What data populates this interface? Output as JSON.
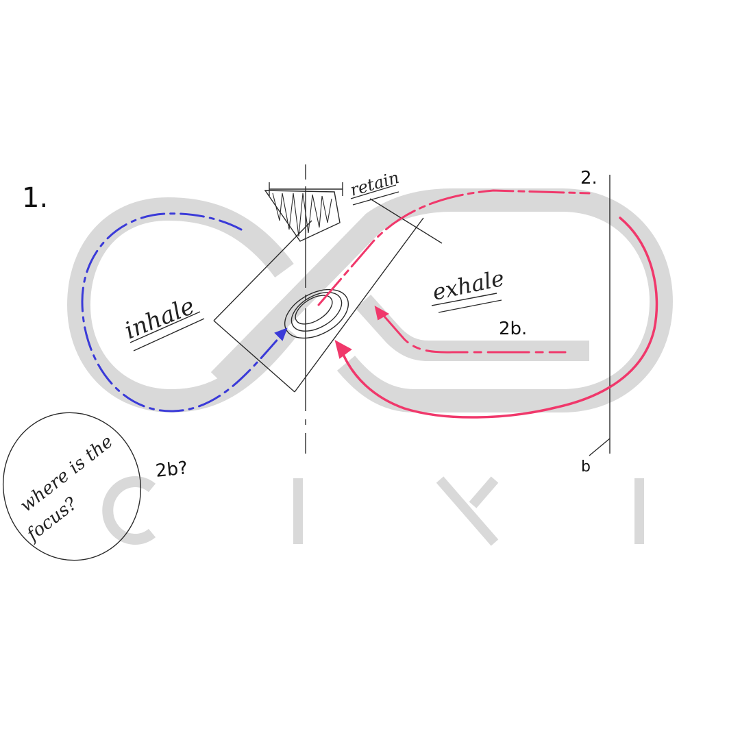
{
  "colors": {
    "background": "#ffffff",
    "logo_gray": "#d9d9d9",
    "inhale_blue": "#3a3ad8",
    "exhale_pink": "#f0386b",
    "pencil": "#2a2a2a"
  },
  "logo": {
    "letters": [
      "C",
      "I",
      "X",
      "I"
    ]
  },
  "labels": {
    "step_1": "1.",
    "step_2": "2.",
    "step_2b": "2b.",
    "step_2b_question": "2b?",
    "step_b": "b",
    "inhale": "inhale",
    "exhale": "exhale",
    "retain": "retain",
    "focus_line_1": "where is the",
    "focus_line_2": "focus?"
  },
  "icons": {
    "inhale_arrow": "arrowhead-icon",
    "exhale_arrow": "arrowhead-icon"
  }
}
